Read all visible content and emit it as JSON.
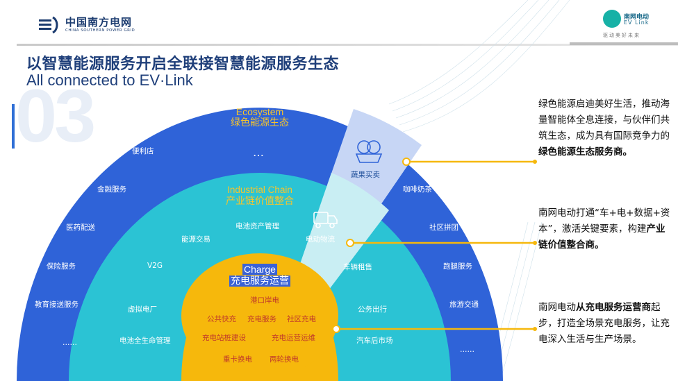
{
  "brand": {
    "cn": "中国南方电网",
    "en": "CHINA SOUTHERN POWER GRID",
    "ev_cn": "南网电动",
    "ev_en": "EV Link",
    "slogan": "驱动美好未来"
  },
  "title": {
    "cn": "以智慧能源服务开启全联接智慧能源服务生态",
    "en": "All connected to EV·Link",
    "number": "03"
  },
  "rings": {
    "outer": {
      "title_en": "Ecosystem",
      "title_cn": "绿色能源生态",
      "ellipsis_top": "…",
      "left": [
        "便利店",
        "金融服务",
        "医药配送",
        "保险服务",
        "教育接送服务",
        "……"
      ],
      "right": [
        "咖啡奶茶",
        "社区拼团",
        "跑腿服务",
        "旅游交通",
        "……"
      ],
      "wedge_label": "蔬果买卖"
    },
    "middle": {
      "title_en": "Industrial Chain",
      "title_cn": "产业链价值整合",
      "left": [
        "能源交易",
        "V2G",
        "虚拟电厂",
        "电池全生命管理"
      ],
      "top": "电池资产管理",
      "right": [
        "车辆租售",
        "公务出行",
        "汽车后市场"
      ],
      "wedge_label": "电动物流"
    },
    "inner": {
      "title_en": "Charge",
      "title_cn": "充电服务运营",
      "items": [
        "港口岸电",
        "公共快充",
        "充电服务",
        "社区充电",
        "充电站桩建设",
        "充电运营运维",
        "重卡换电",
        "两轮换电"
      ]
    }
  },
  "descriptions": [
    {
      "parts": [
        {
          "text": "绿色能源启迪美好生活，推动海量智能体全息连接，与伙伴们共筑生态，成为具有国际竞争力的",
          "bold": false
        },
        {
          "text": "绿色能源生态服务商。",
          "bold": true
        }
      ]
    },
    {
      "parts": [
        {
          "text": "南网电动打通“车+电+数据+资本”，激活关键要素，构建",
          "bold": false
        },
        {
          "text": "产业链价值整合商。",
          "bold": true
        }
      ]
    },
    {
      "parts": [
        {
          "text": "南网电动",
          "bold": false
        },
        {
          "text": "从充电服务运营商",
          "bold": true
        },
        {
          "text": "起步，打造全场景充电服务，让充电深入生活与生产场景。",
          "bold": false
        }
      ]
    }
  ],
  "colors": {
    "outer": "#2f63d8",
    "middle": "#2bc3d4",
    "inner": "#f6b80c",
    "connector": "#f6b80c",
    "title": "#1f3f7a"
  }
}
